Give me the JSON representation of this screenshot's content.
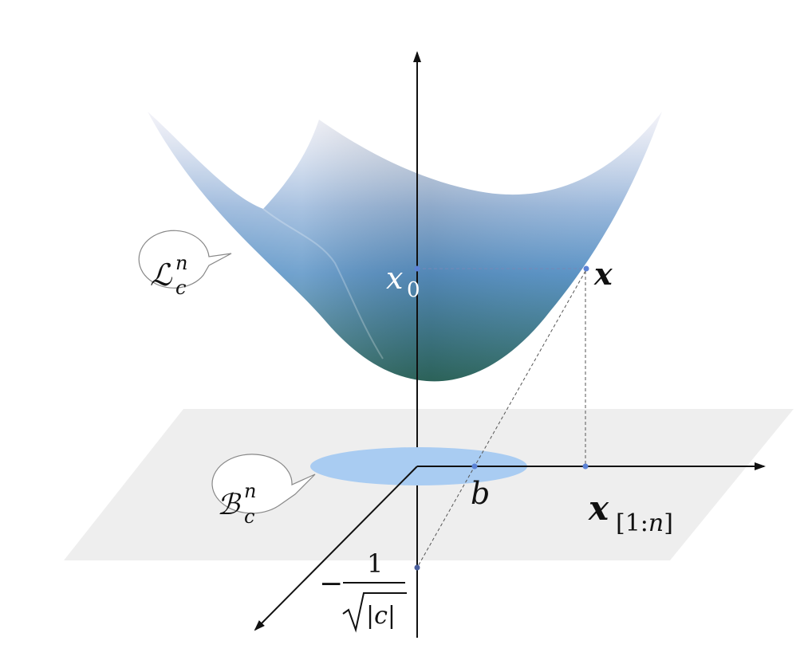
{
  "labels": {
    "hyperboloid": {
      "base": "ℒ",
      "sub": "c",
      "sup": "n"
    },
    "ball": {
      "base": "ℬ",
      "sub": "c",
      "sup": "n"
    },
    "x0": {
      "base": "x",
      "sub": "0"
    },
    "x": "x",
    "x_proj": {
      "base": "x",
      "sub": "[1:",
      "sub_n": "n",
      "sub_close": "]"
    },
    "b": "b",
    "neg_inv": {
      "minus": "−",
      "numerator": "1",
      "abs_open": "|",
      "c": "c",
      "abs_close": "|"
    }
  },
  "colors": {
    "surface_top": "#ecebf4",
    "surface_mid": "#5a93c6",
    "surface_bottom": "#2f6a60",
    "plane": "#eeeeee",
    "disk": "#a9ccf2",
    "point": "#5b82d6",
    "axis": "#111111",
    "dashed": "#555555"
  }
}
